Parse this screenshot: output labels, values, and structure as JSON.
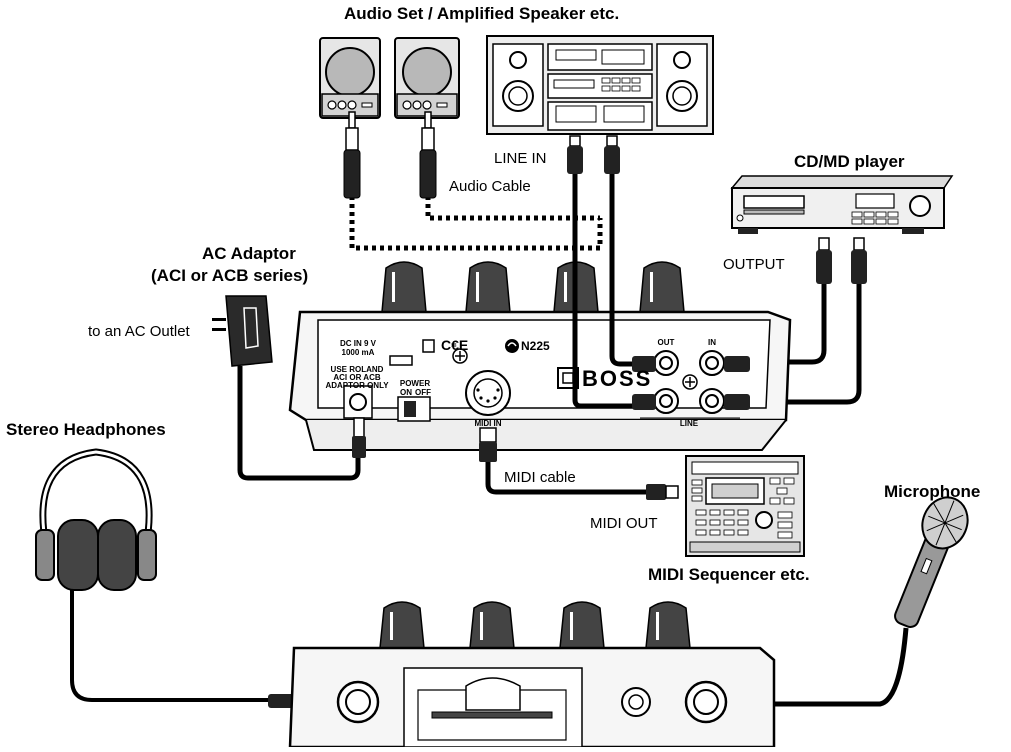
{
  "labels": {
    "audio_set": "Audio Set / Amplified Speaker etc.",
    "cd_md_player": "CD/MD player",
    "ac_adaptor_line1": "AC Adaptor",
    "ac_adaptor_line2": "(ACI or ACB series)",
    "to_ac_outlet": "to an AC Outlet",
    "line_in": "LINE IN",
    "audio_cable": "Audio Cable",
    "output": "OUTPUT",
    "stereo_headphones": "Stereo Headphones",
    "microphone": "Microphone",
    "midi_cable": "MIDI cable",
    "midi_out": "MIDI OUT",
    "midi_sequencer": "MIDI Sequencer etc."
  },
  "panel": {
    "dc_in_line1": "DC IN 9 V",
    "dc_in_line2": "1000 mA",
    "use_roland": "USE ROLAND",
    "aci_acb": "ACI OR ACB",
    "adaptor_only": "ADAPTOR ONLY",
    "power": "POWER",
    "on": "ON",
    "off": "OFF",
    "midi_in": "MIDI IN",
    "out": "OUT",
    "in": "IN",
    "line": "LINE",
    "n225": "N225",
    "ce": "C€E",
    "brand": "BOSS"
  }
}
